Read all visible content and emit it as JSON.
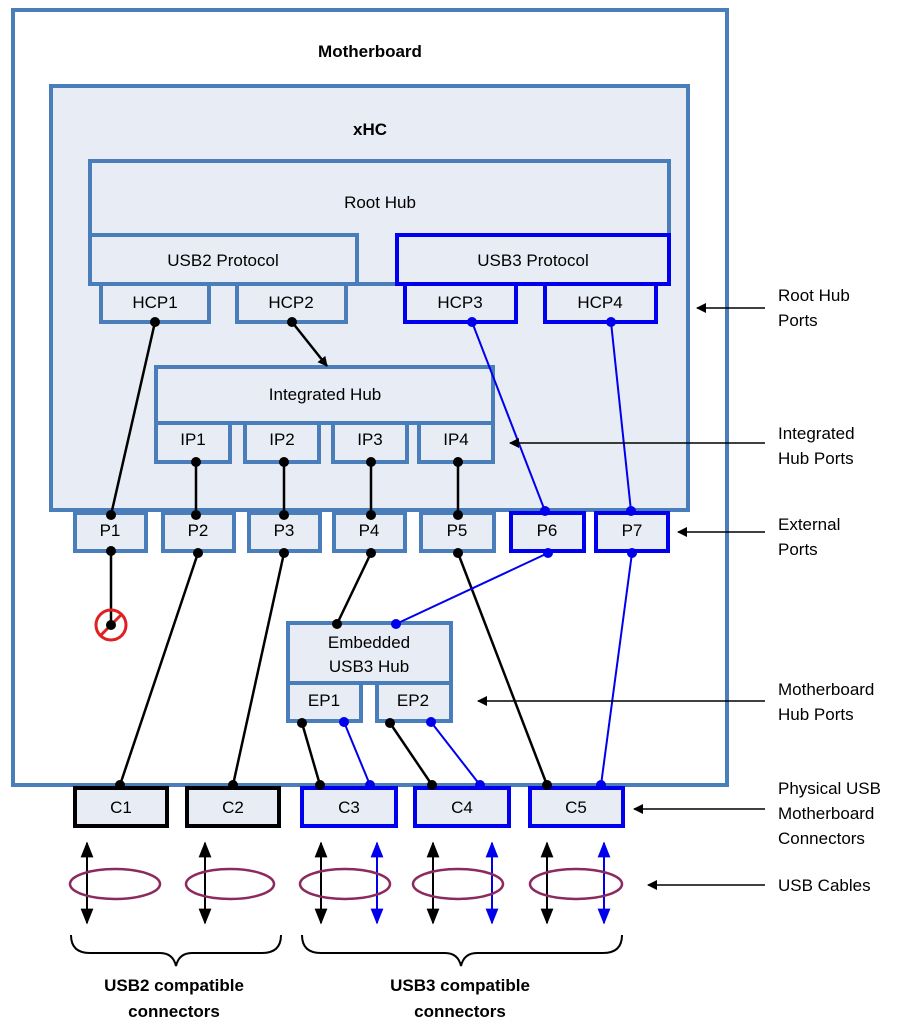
{
  "title": "Motherboard",
  "xhc": "xHC",
  "root_hub": "Root Hub",
  "usb2_protocol": "USB2 Protocol",
  "usb3_protocol": "USB3 Protocol",
  "hcp": [
    "HCP1",
    "HCP2",
    "HCP3",
    "HCP4"
  ],
  "integrated_hub": "Integrated Hub",
  "ip": [
    "IP1",
    "IP2",
    "IP3",
    "IP4"
  ],
  "ports": [
    "P1",
    "P2",
    "P3",
    "P4",
    "P5",
    "P6",
    "P7"
  ],
  "embedded_hub": [
    "Embedded",
    "USB3 Hub"
  ],
  "ep": [
    "EP1",
    "EP2"
  ],
  "connectors": [
    "C1",
    "C2",
    "C3",
    "C4",
    "C5"
  ],
  "side_labels": {
    "root_hub_ports": [
      "Root Hub",
      "Ports"
    ],
    "integrated_hub_ports": [
      "Integrated",
      "Hub Ports"
    ],
    "external_ports": [
      "External",
      "Ports"
    ],
    "motherboard_hub_ports": [
      "Motherboard",
      "Hub Ports"
    ],
    "physical_connectors": [
      "Physical USB",
      "Motherboard",
      "Connectors"
    ],
    "usb_cables": [
      "USB Cables"
    ]
  },
  "bottom_labels": {
    "usb2": [
      "USB2 compatible",
      "connectors"
    ],
    "usb3": [
      "USB3 compatible",
      "connectors"
    ]
  },
  "colors": {
    "box_border": "#4a7ebb",
    "box_fill": "#e8ecf5",
    "usb3": "#0000ee",
    "line": "#000000",
    "cable_ring": "#8b2a5e",
    "disabled": "#e02020"
  }
}
